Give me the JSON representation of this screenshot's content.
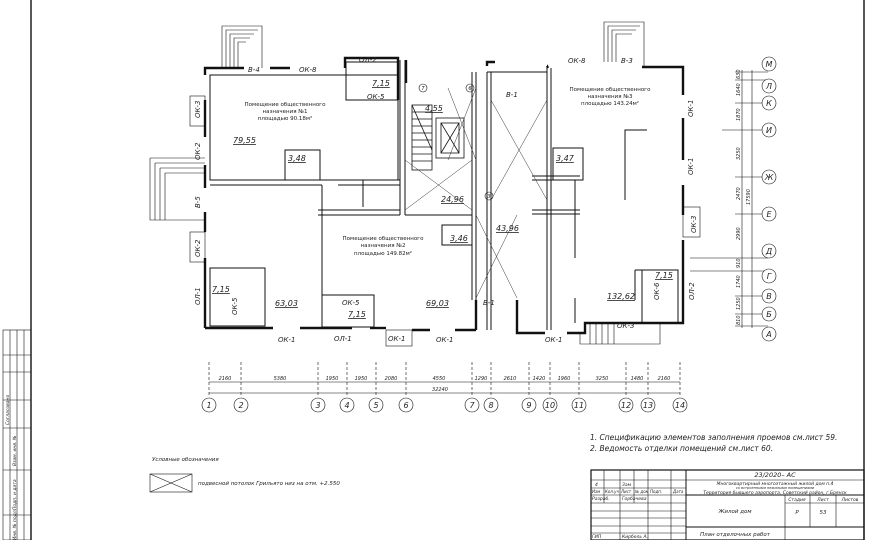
{
  "drawing": {
    "rooms": [
      {
        "title_line1": "Помещение общественного",
        "title_line2": "назначения №1",
        "title_line3": "площадью 90.18м²"
      },
      {
        "title_line1": "Помещение общественного",
        "title_line2": "назначения №2",
        "title_line3": "площадью 149.82м²"
      },
      {
        "title_line1": "Помещение общественного",
        "title_line2": "назначения №3",
        "title_line3": "площадью 143.24м²"
      }
    ],
    "areas": {
      "a1": "79,55",
      "a2": "3,48",
      "a3": "7,15",
      "a4": "4,55",
      "a5": "24,96",
      "a6": "3,46",
      "a7": "43,96",
      "a8": "3,47",
      "a9": "63,03",
      "a10": "7,15",
      "a11": "69,03",
      "a12": "7,15",
      "a13": "132,62",
      "a14": "7,15"
    },
    "openings": {
      "b4": "В-4",
      "ok8a": "ОК-8",
      "op2a": "ОЛ-2",
      "ok5a": "ОК-5",
      "ok3a": "ОК-3",
      "ok2a": "ОК-2",
      "b5": "В-5",
      "ok2b": "ОК-2",
      "op1a": "ОЛ-1",
      "ok5b": "ОК-5",
      "ok5c": "ОК-5",
      "ok1a": "ОК-1",
      "op1b": "ОЛ-1",
      "ok1b": "ОК-1",
      "ok1c": "ОК-1",
      "b1a": "В-1",
      "b1b": "В-1",
      "ok8b": "ОК-8",
      "b3": "В-3",
      "ok1d": "ОК-1",
      "ok1e": "ОК-1",
      "ok3b": "ОК-3",
      "op2b": "ОЛ-2",
      "ok6": "ОК-6",
      "ok3c": "ОК-3",
      "ok1f": "ОК-1"
    },
    "markers": {
      "m7": "7",
      "m6": "6",
      "m3": "3"
    }
  },
  "axes_horizontal": {
    "labels": [
      "1",
      "2",
      "3",
      "4",
      "5",
      "6",
      "7",
      "8",
      "9",
      "10",
      "11",
      "12",
      "13",
      "14"
    ],
    "dims": [
      "2160",
      "5380",
      "1950",
      "1950",
      "2080",
      "4550",
      "1290",
      "2610",
      "1420",
      "1960",
      "3250",
      "1480",
      "2160"
    ],
    "total": "32240"
  },
  "axes_vertical": {
    "labels": [
      "М",
      "Л",
      "К",
      "И",
      "Ж",
      "Е",
      "Д",
      "Г",
      "В",
      "Б",
      "А"
    ],
    "dims": [
      "630",
      "1640",
      "1870",
      "3250",
      "2470",
      "2990",
      "910",
      "1740",
      "1250",
      "810"
    ],
    "total": "17590"
  },
  "notes": {
    "n1": "1.  Спецификацию элементов заполнения проемов см.лист 59.",
    "n2": "2.  Ведомость отделки помещений см.лист 60."
  },
  "legend": {
    "title": "Условные обозначения",
    "item": "подвесной потолок Грильято низ на отм. +2.550"
  },
  "side_stamp": {
    "agreed": "Согласовано",
    "inv_orig": "Инв. № подл.",
    "sign_date": "Подп. и дата",
    "inv_replace": "Взам. инв. №"
  },
  "title_block": {
    "code": "23/2020– АС",
    "project_l1": "Многоквартирный многоэтажный жилой дом п.4",
    "project_l2": "со встроенными нежилыми помещениями",
    "project_l3": "Территория бывшего аэропорта. Советский район, г.Брянск",
    "row_num": "4",
    "row_zam": "Зам",
    "hdr_izm": "Изм",
    "hdr_kol": "Кол.уч",
    "hdr_list": "Лист",
    "hdr_doc": "№ док",
    "hdr_sign": "Подп.",
    "hdr_date": "Дата",
    "dev_role": "Разраб.",
    "dev_name": "Горбачева",
    "building": "Жилой дом",
    "stage_hdr": "Стадия",
    "sheet_hdr": "Лист",
    "sheets_hdr": "Листов",
    "stage": "Р",
    "sheet": "53",
    "drawing_name": "План отделочных работ",
    "gip": "ГИП",
    "gip_name": "Кирбель А."
  }
}
